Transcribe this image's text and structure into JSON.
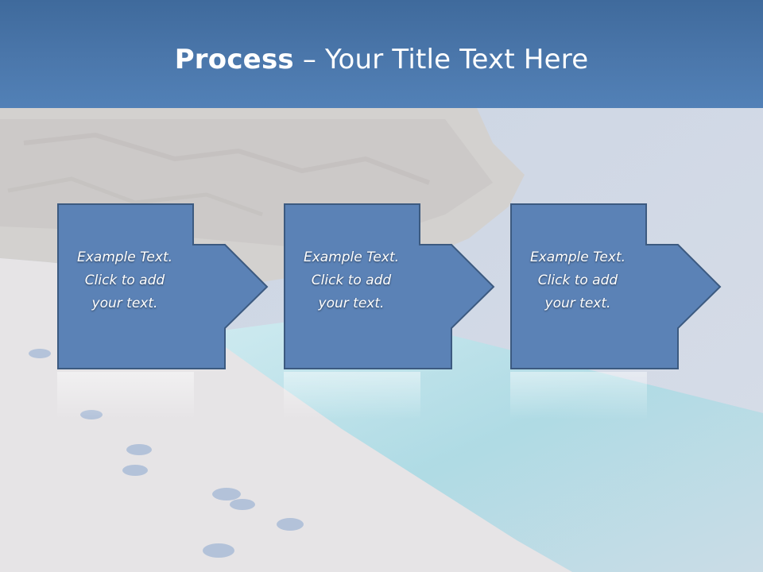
{
  "slide": {
    "title_bold": "Process",
    "title_rest": " – Your Title Text Here"
  },
  "steps": [
    {
      "text": "Example Text.\nClick  to add\nyour text."
    },
    {
      "text": "Example Text.\nClick  to add\nyour text."
    },
    {
      "text": "Example Text.\nClick  to add\nyour text."
    }
  ],
  "colors": {
    "title_bar": "#4b77ab",
    "shape_fill": "#5b82b6",
    "shape_stroke": "#3c5a80",
    "text": "#ffffff"
  }
}
